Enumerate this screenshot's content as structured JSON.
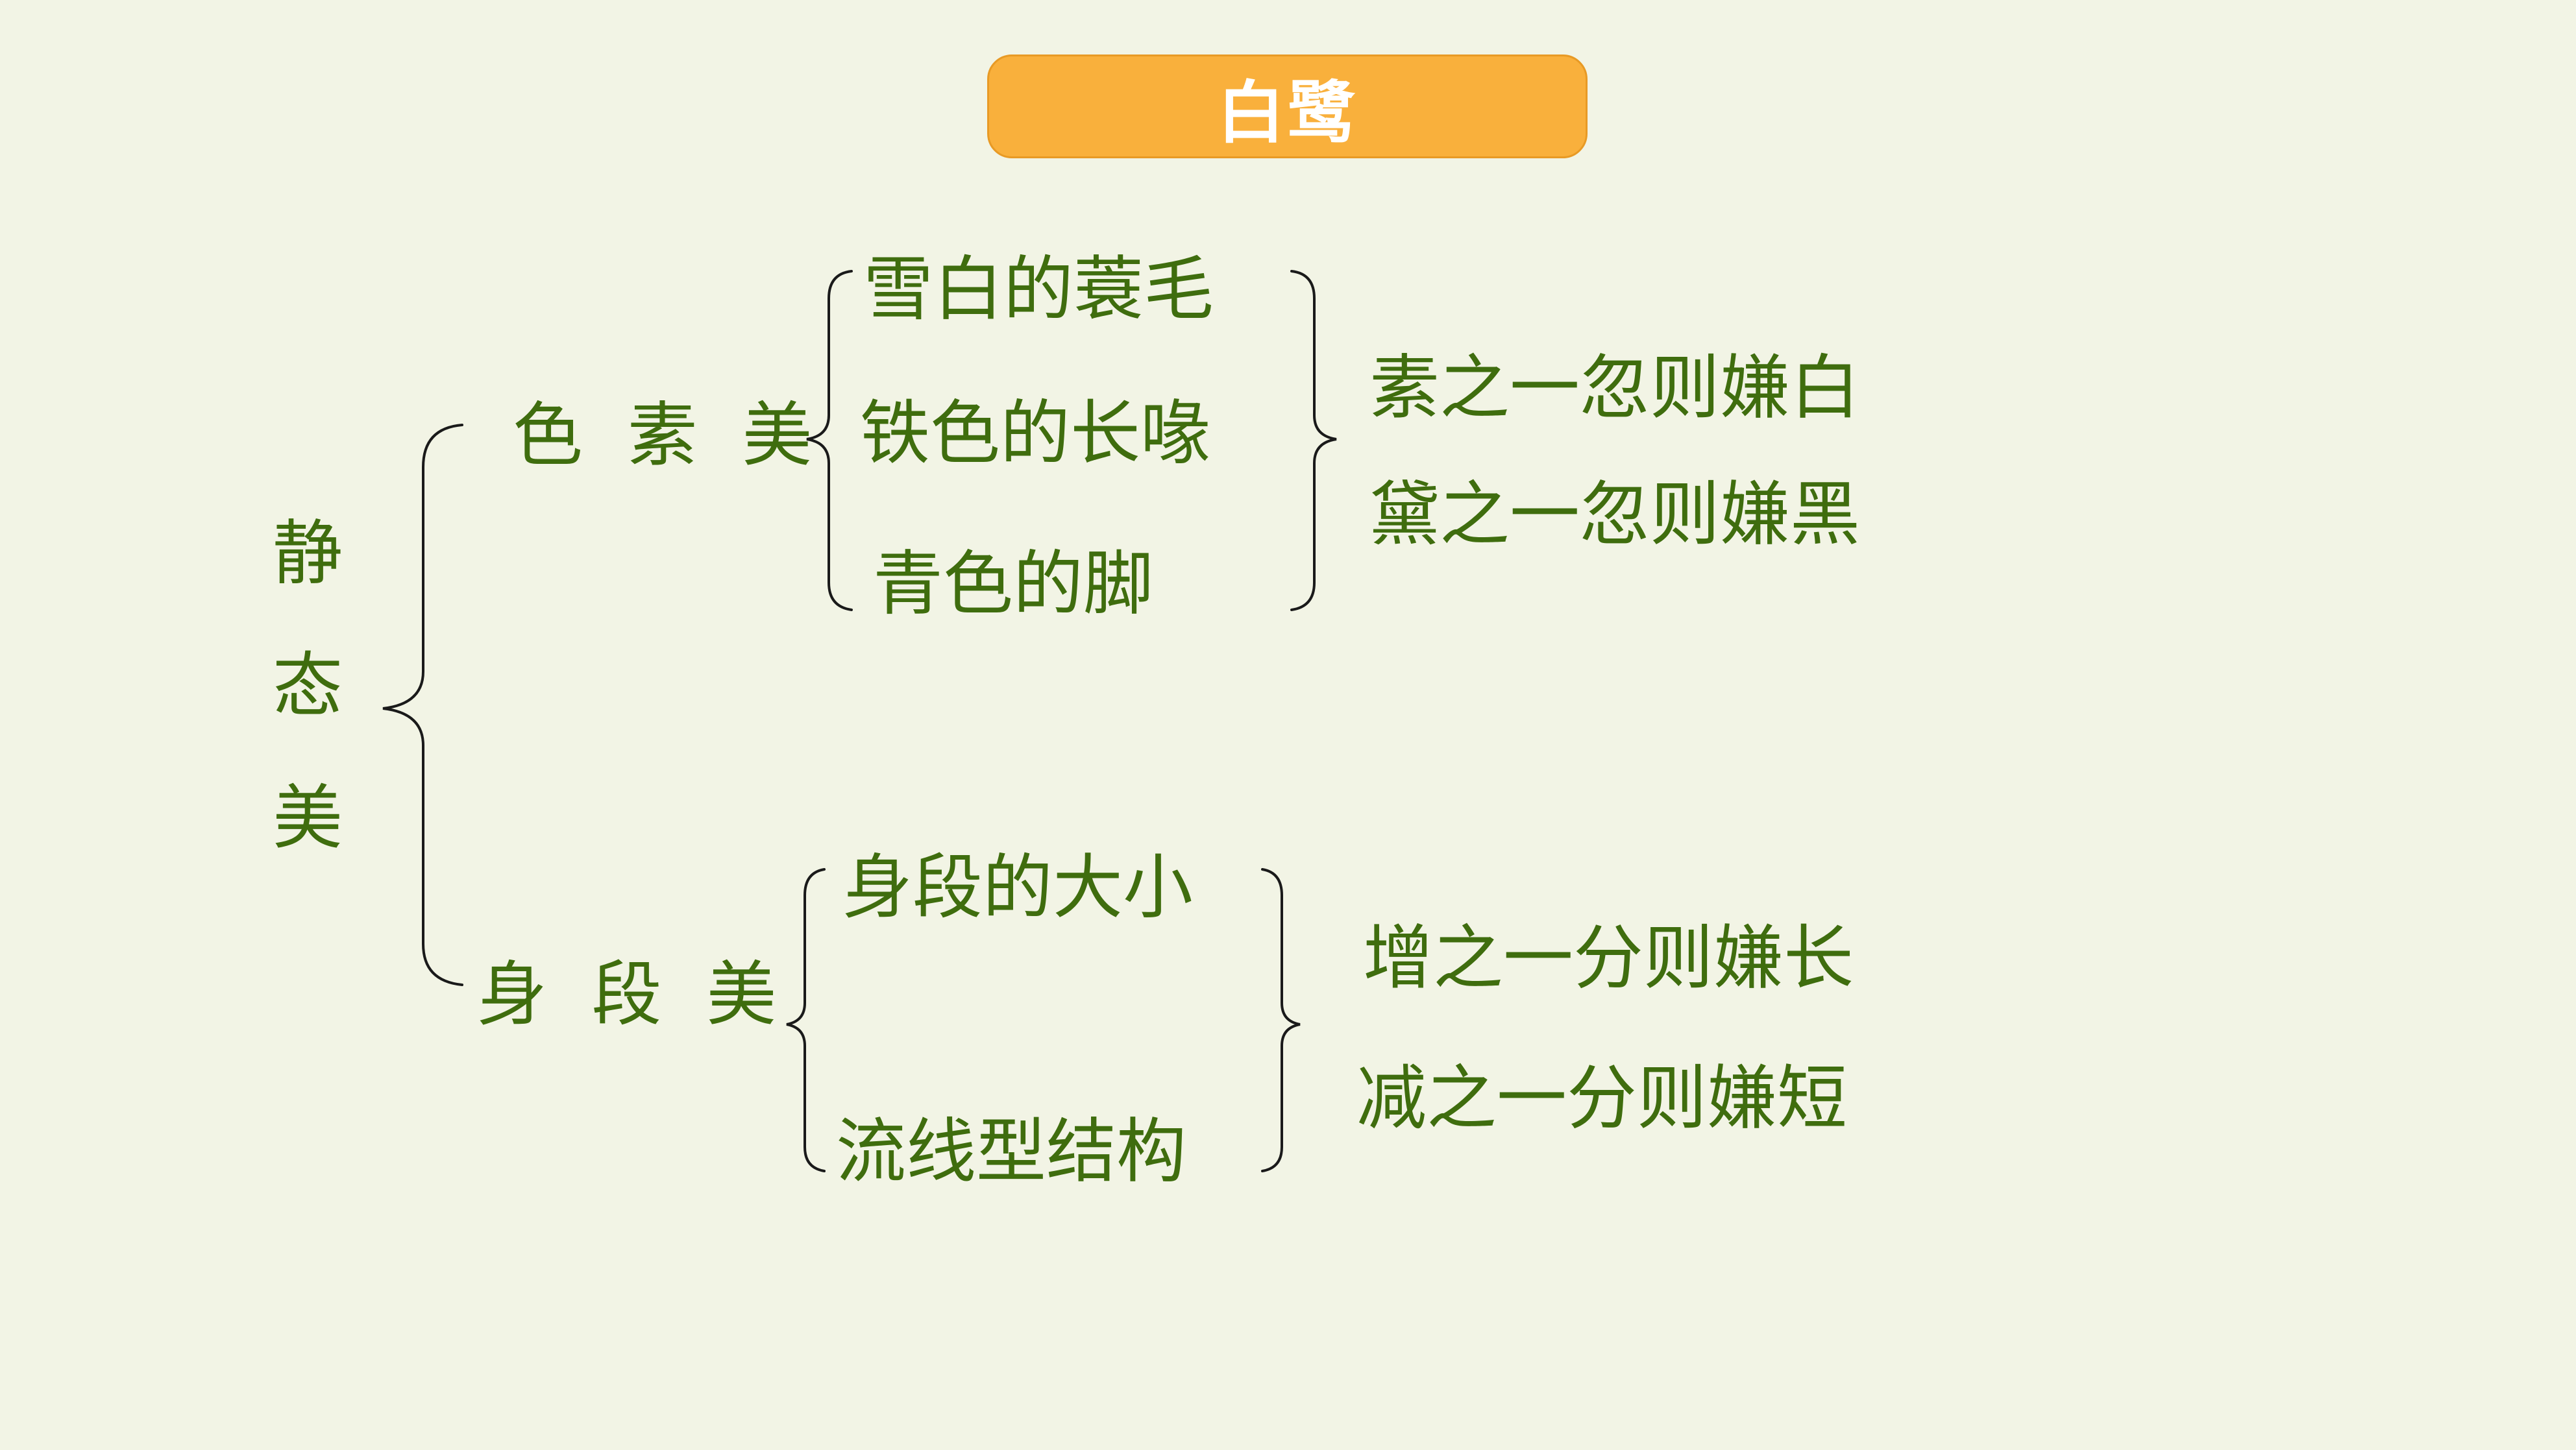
{
  "title": "白鹭",
  "root": {
    "chars": [
      "静",
      "态",
      "美"
    ]
  },
  "branches": [
    {
      "label": "色  素  美",
      "items": [
        "雪白的蓑毛",
        "铁色的长喙",
        "青色的脚"
      ],
      "comments": [
        "素之一忽则嫌白",
        "黛之一忽则嫌黑"
      ]
    },
    {
      "label": "身  段  美",
      "items": [
        "身段的大小",
        "流线型结构"
      ],
      "comments": [
        "增之一分则嫌长",
        "减之一分则嫌短"
      ]
    }
  ],
  "colors": {
    "background": "#f2f4e5",
    "text": "#3f6d0e",
    "title_bg": "#f9b03c",
    "title_text": "#ffffff",
    "brace": "#1a1a1a"
  }
}
